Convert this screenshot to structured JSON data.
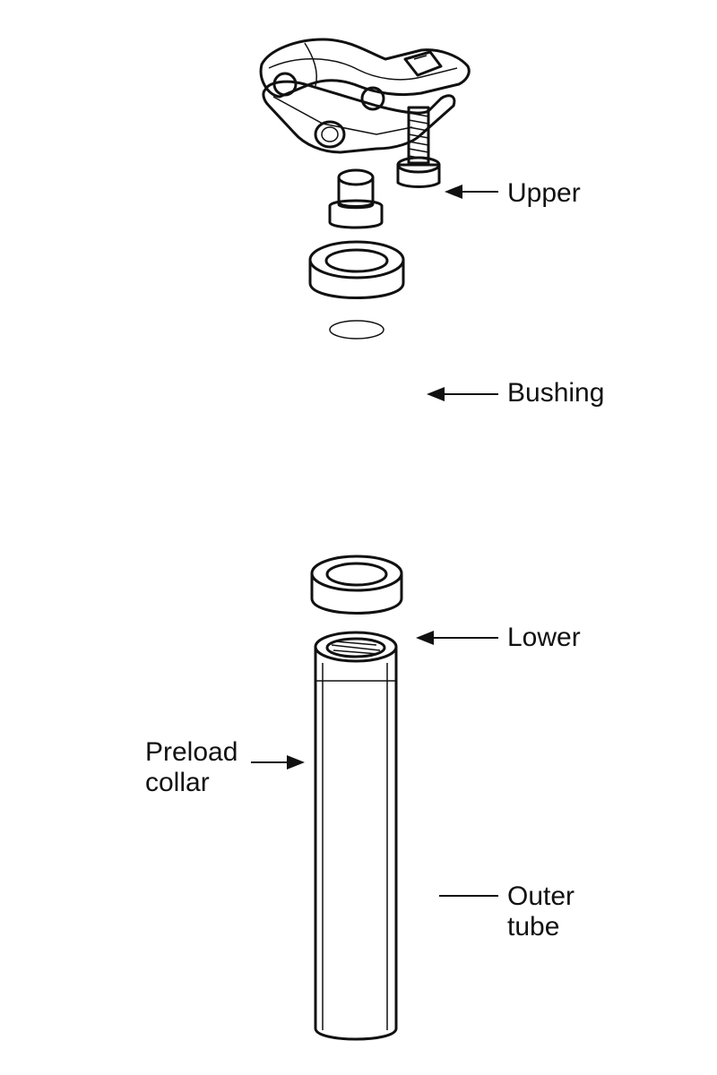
{
  "labels": {
    "upper": "Upper",
    "bushing": "Bushing",
    "lower": "Lower",
    "preload_collar": "Preload\ncollar",
    "outer_tube": "Outer\ntube"
  },
  "colors": {
    "ink": "#111111",
    "fill": "#ffffff",
    "shade": "#e8e8e8"
  }
}
